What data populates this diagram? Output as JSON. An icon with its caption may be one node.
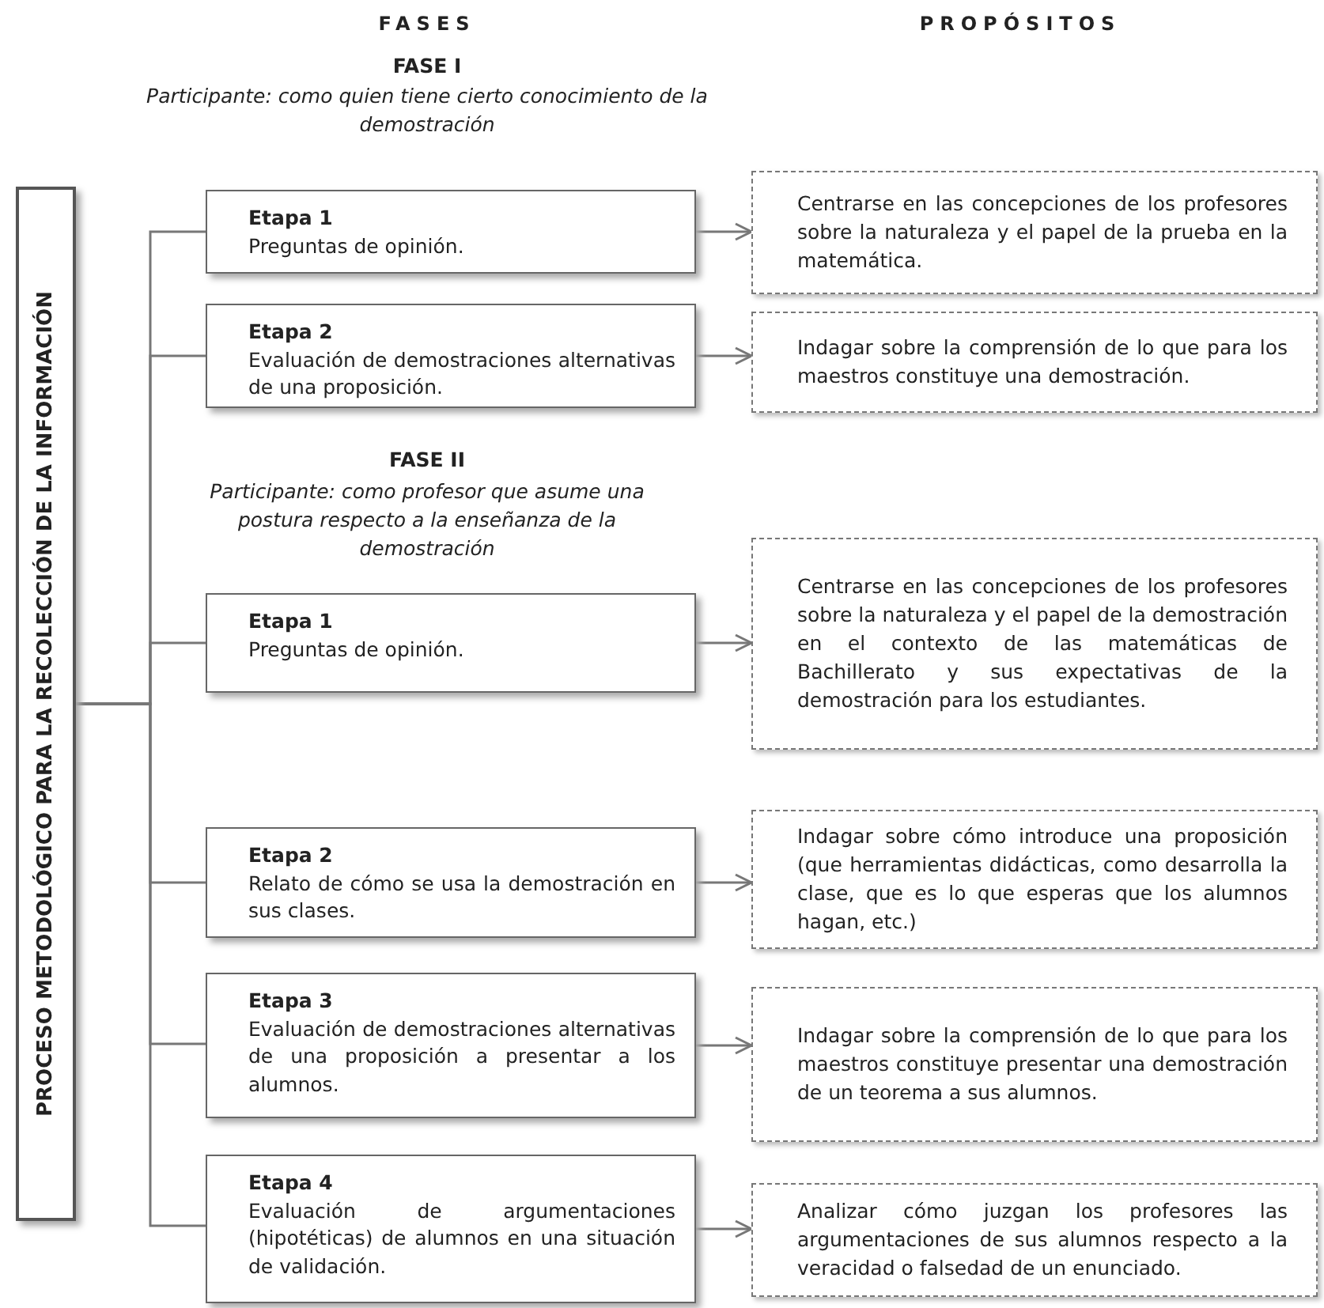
{
  "diagram": {
    "nodes": [
      {
        "text": [
          "PROCESO METODOLÓGICO PARA LA RECOLECCIÓN DE LA INFORMACIÓN"
        ]
      },
      {
        "text": [
          "Etapa 1",
          "Preguntas de opinión."
        ]
      },
      {
        "text": [
          "Centrarse en las concepciones de los profesores sobre la naturaleza y el papel de la prueba en la matemática."
        ]
      },
      {
        "text": [
          "Etapa 2",
          "Evaluación de demostraciones alternativas de una proposición."
        ]
      },
      {
        "text": [
          "Indagar sobre la comprensión de lo que para los maestros constituye una demostración."
        ]
      },
      {
        "text": [
          "Etapa 1",
          "Preguntas de opinión."
        ]
      },
      {
        "text": [
          "Centrarse en las concepciones de los profesores sobre la naturaleza y el papel de la demostración en el contexto de las matemáticas de Bachillerato y sus expectativas de la demostración para los estudiantes."
        ]
      },
      {
        "text": [
          "Etapa 2",
          "Relato de cómo se usa la demostración en sus clases."
        ]
      },
      {
        "text": [
          "Indagar sobre cómo introduce una proposición (que herramientas didácticas, como desarrolla la clase, que es lo que esperas que los alumnos hagan, etc.)"
        ]
      },
      {
        "text": [
          "Etapa 3",
          "Evaluación de demostraciones alternativas de una proposición a presentar a los alumnos."
        ]
      },
      {
        "text": [
          "Indagar sobre la comprensión de lo que para los maestros constituye presentar una demostración de un teorema a sus alumnos."
        ]
      },
      {
        "text": [
          "Etapa 4",
          "Evaluación de argumentaciones (hipotéticas) de alumnos en una situación de validación."
        ]
      },
      {
        "text": [
          "Analizar cómo juzgan los profesores las argumentaciones de sus alumnos respecto a la veracidad o falsedad de un enunciado."
        ]
      }
    ],
    "edges": [
      {
        "from": 0,
        "to": 1,
        "arrow": "none"
      },
      {
        "from": 0,
        "to": 3,
        "arrow": "none"
      },
      {
        "from": 0,
        "to": 5,
        "arrow": "none"
      },
      {
        "from": 0,
        "to": 7,
        "arrow": "none"
      },
      {
        "from": 0,
        "to": 9,
        "arrow": "none"
      },
      {
        "from": 0,
        "to": 11,
        "arrow": "none"
      },
      {
        "from": 1,
        "to": 2,
        "arrow": "to"
      },
      {
        "from": 3,
        "to": 4,
        "arrow": "to"
      },
      {
        "from": 5,
        "to": 6,
        "arrow": "to"
      },
      {
        "from": 7,
        "to": 8,
        "arrow": "to"
      },
      {
        "from": 9,
        "to": 10,
        "arrow": "to"
      },
      {
        "from": 11,
        "to": 12,
        "arrow": "to"
      }
    ],
    "labels": [
      "FASES",
      "PROPÓSITOS",
      "FASE I",
      "Participante: como quien tiene cierto conocimiento de la demostración",
      "FASE II",
      "Participante: como profesor que asume una postura respecto a la enseñanza de la demostración"
    ]
  }
}
